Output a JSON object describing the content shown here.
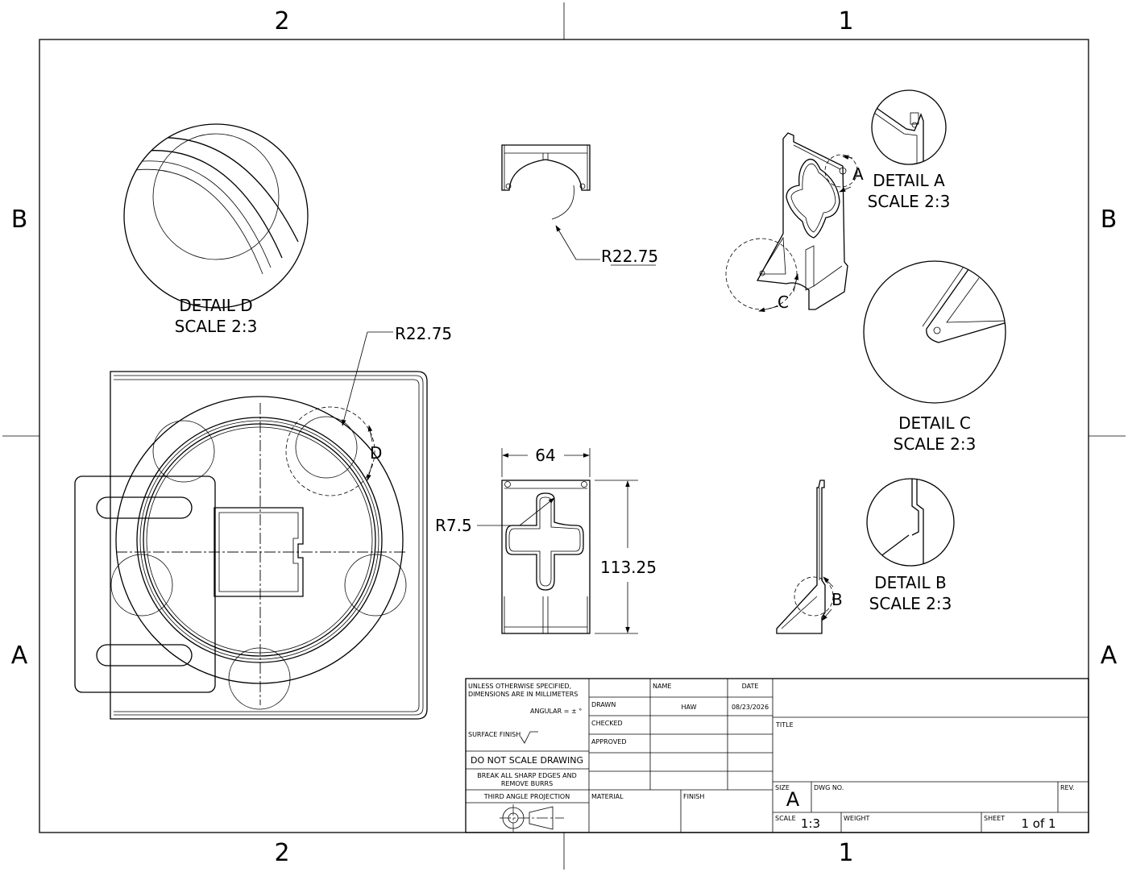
{
  "zones": {
    "top": [
      "2",
      "1"
    ],
    "bottom": [
      "2",
      "1"
    ],
    "left": [
      "B",
      "A"
    ],
    "right": [
      "B",
      "A"
    ]
  },
  "dimensions": {
    "top_radius": "R22.75",
    "main_radius": "R22.75",
    "width": "64",
    "height": "113.25",
    "corner_radius": "R7.5"
  },
  "detail_markers": {
    "a": "A",
    "b": "B",
    "c": "C",
    "d": "D"
  },
  "details": {
    "a": {
      "title": "DETAIL A",
      "scale": "SCALE 2:3"
    },
    "b": {
      "title": "DETAIL B",
      "scale": "SCALE 2:3"
    },
    "c": {
      "title": "DETAIL C",
      "scale": "SCALE 2:3"
    },
    "d": {
      "title": "DETAIL D",
      "scale": "SCALE 2:3"
    }
  },
  "title_block": {
    "tolerance_note_1": "UNLESS OTHERWISE SPECIFIED,",
    "tolerance_note_2": "DIMENSIONS ARE IN MILLIMETERS",
    "angular": "ANGULAR = ± °",
    "surface_finish": "SURFACE FINISH",
    "do_not_scale": "DO NOT SCALE DRAWING",
    "burrs_1": "BREAK ALL SHARP EDGES AND",
    "burrs_2": "REMOVE BURRS",
    "projection": "THIRD ANGLE PROJECTION",
    "name_header": "NAME",
    "date_header": "DATE",
    "drawn_label": "DRAWN",
    "drawn_name": "HAW",
    "drawn_date": "08/23/2026",
    "checked_label": "CHECKED",
    "approved_label": "APPROVED",
    "material_label": "MATERIAL",
    "finish_label": "FINISH",
    "title_label": "TITLE",
    "size_label": "SIZE",
    "size_value": "A",
    "dwg_no_label": "DWG NO.",
    "rev_label": "REV.",
    "scale_label": "SCALE",
    "scale_value": "1:3",
    "weight_label": "WEIGHT",
    "sheet_label": "SHEET",
    "sheet_value": "1 of 1"
  }
}
